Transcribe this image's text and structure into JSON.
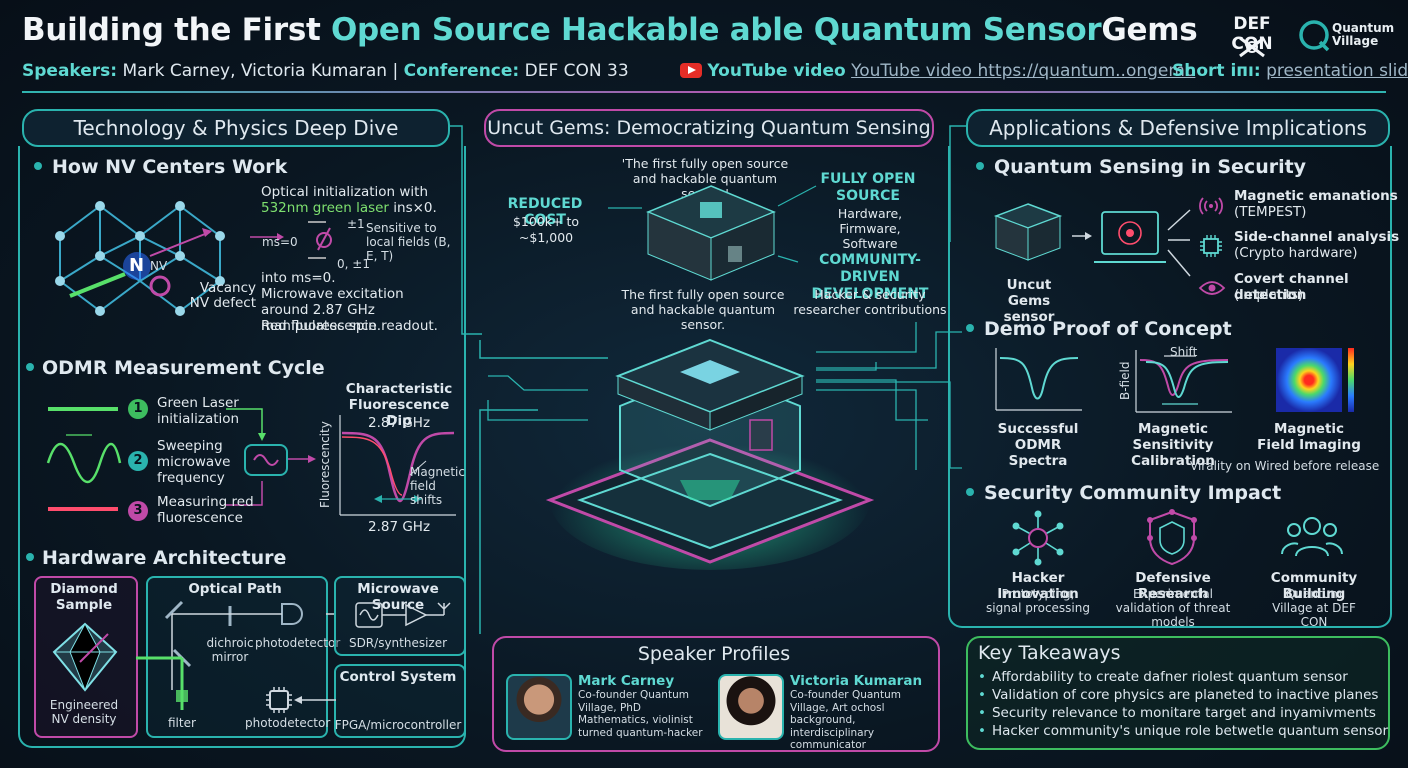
{
  "header": {
    "title_part1": "Building the First ",
    "title_part2": "Open Source Hackable able Quantum Sensor",
    "title_part3": "Gems",
    "speakers_label": "Speakers:",
    "speakers_value": " Mark Carney, Victoria Kumaran | ",
    "conference_label": "Conference:",
    "conference_value": " DEF CON 33",
    "youtube_label": "YouTube video",
    "youtube_link": "YouTube video https://quantum..ongemo",
    "short_label": "Short iпı:",
    "short_link": "presentation slides",
    "logo_defcon": "DEF CON",
    "logo_qv": "Quantum Village"
  },
  "left": {
    "title": "Technology & Physics Deep Dive",
    "nv": {
      "title": "How NV Centers Work",
      "n_label": "N",
      "nv_label": "NV",
      "vacancy": "Vacancy",
      "nv_defect": "NV defect",
      "opt_1": "Optical initialization with ",
      "opt_green1": "532nm",
      "opt_green2": "green laser",
      "opt_2": " ins×0.",
      "ms0": "ms=0",
      "pm1": "±1",
      "zero_pm1": "0, ±1",
      "sensitive": "Sensitive to local fields (B, E, T)",
      "into": "into ms=0.",
      "microwave": "Microwave excitation around 2.87 GHz manipulates spin.",
      "readout": "Red fluorescence readout."
    },
    "odmr": {
      "title": "ODMR Measurement Cycle",
      "step1_num": "1",
      "step1": "Green Laser initialization",
      "step2_num": "2",
      "step2": "Sweeping microwave frequency",
      "step3_num": "3",
      "step3": "Measuring red fluorescence",
      "chart_title": "Characteristic Fluorescence Dip",
      "chart_top": "2.87 GHz",
      "chart_ylabel": "Fluorescencity",
      "chart_ann": "Magnetic field shifts",
      "chart_bottom": "2.87 GHz"
    },
    "hw": {
      "title": "Hardware Architecture",
      "diamond": "Diamond Sample",
      "diamond_sub": "Engineered NV density",
      "optical": "Optical Path",
      "dichroic": "dichroic mirror",
      "photodetector_top": "photodetector",
      "filter": "filter",
      "photodetector_bottom": "photodetector",
      "mw": "Microwave Source",
      "mw_sub": "SDR/synthesizer",
      "ctrl": "Control System",
      "ctrl_sub": "FPGA/microcontroller"
    }
  },
  "center": {
    "title": "Uncut Gems: Democratizing Quantum Sensing",
    "quote": "'The first fully open source and hackable quantum sensor.'",
    "reduced_title": "REDUCED COST",
    "reduced_sub": "$100k+ to ~$1,000",
    "open_title": "FULLY OPEN SOURCE",
    "open_sub": "Hardware, Firmware, Software",
    "community_title": "COMMUNITY-DRIVEN DEVELOPMENT",
    "community_sub": "Hacker & security researcher contributions",
    "caption": "The first fully open source and hackable quantum sensor.",
    "profiles_title": "Speaker Profiles",
    "mark_name": "Mark Carney",
    "mark_bio": "Co-founder Quantum Village, PhD Mathematics, violinist turned quantum-hacker",
    "victoria_name": "Victoria Kumaran",
    "victoria_bio": "Co-founder Quantum Village, Art ochosl background, interdisciplinary communicator"
  },
  "right": {
    "title": "Applications & Defensive Implications",
    "security": {
      "title": "Quantum Sensing in Security",
      "device": "Uncut Gems sensor",
      "item1_title": "Magnetic emanations",
      "item1_sub": "(TEMPEST)",
      "item2_title": "Side-channel analysis",
      "item2_sub": "(Crypto hardware)",
      "item3_title": "Covert channel detection",
      "item3_sub": "(Implants)"
    },
    "demo": {
      "title": "Demo Proof of Concept",
      "spectra": "Successful ODMR Spectra",
      "shift": "Shift",
      "bfield": "B-field",
      "calibration": "Magnetic Sensitivity Calibration",
      "imaging": "Magnetic Field Imaging",
      "note": "Virality on Wired before release"
    },
    "impact": {
      "title": "Security Community Impact",
      "c1_title": "Hacker Innovation",
      "c1_sub": "Prototyping, signal processing",
      "c2_title": "Defensive Research",
      "c2_sub": "Experimental validation of threat models",
      "c3_title": "Community Building",
      "c3_sub": "Quantum Village at DEF CON"
    },
    "takeaways": {
      "title": "Key Takeaways",
      "items": [
        "Affordability to create dafner riolest quantum sensor",
        "Validation of core physics are planeted to inactive planes",
        "Security relevance to monitare target and inyamivments",
        "Hacker community's unique role betwetle quantum sensor"
      ]
    }
  },
  "colors": {
    "teal": "#2ab3ae",
    "accent_text": "#5fd9d2",
    "magenta": "#c04aa8",
    "green": "#58e06a",
    "red": "#ff4d6d"
  }
}
